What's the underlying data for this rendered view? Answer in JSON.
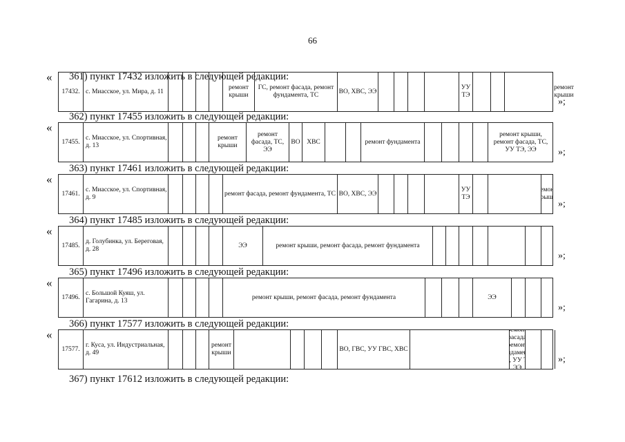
{
  "page_number": "66",
  "quote_open": "«",
  "quote_close": "»;",
  "sections": [
    {
      "heading": "361) пункт 17432 изложить в следующей редакции:",
      "cells": [
        {
          "text": "17432."
        },
        {
          "text": "с. Миасское, ул. Мира, д. 11"
        },
        {
          "text": ""
        },
        {
          "text": ""
        },
        {
          "text": ""
        },
        {
          "text": ""
        },
        {
          "text": "ремонт крыши"
        },
        {
          "text": "ГС, ремонт фасада, ремонт фундамента, ТС"
        },
        {
          "text": "ВО, ХВС, ЭЭ"
        },
        {
          "text": ""
        },
        {
          "text": ""
        },
        {
          "text": ""
        },
        {
          "text": ""
        },
        {
          "text": "УУ ТЭ"
        },
        {
          "text": ""
        },
        {
          "text": ""
        },
        {
          "text": ""
        },
        {
          "text": "ремонт крыши"
        }
      ]
    },
    {
      "heading": "362) пункт 17455 изложить в следующей редакции:",
      "cells": [
        {
          "text": "17455."
        },
        {
          "text": "с. Миасское, ул. Спортивная, д. 13"
        },
        {
          "text": ""
        },
        {
          "text": ""
        },
        {
          "text": ""
        },
        {
          "text": "ремонт крыши"
        },
        {
          "text": "ремонт фасада, ТС, ЭЭ"
        },
        {
          "text": "ВО"
        },
        {
          "text": "ХВС"
        },
        {
          "text": ""
        },
        {
          "text": ""
        },
        {
          "text": "ремонт фундамента"
        },
        {
          "text": ""
        },
        {
          "text": ""
        },
        {
          "text": ""
        },
        {
          "text": ""
        },
        {
          "text": "ремонт крыши, ремонт фасада, ТС, УУ ТЭ, ЭЭ"
        }
      ]
    },
    {
      "heading": "363) пункт 17461 изложить в следующей редакции:",
      "cells": [
        {
          "text": "17461."
        },
        {
          "text": "с. Миасское, ул. Спортивная, д. 9"
        },
        {
          "text": ""
        },
        {
          "text": ""
        },
        {
          "text": ""
        },
        {
          "text": ""
        },
        {
          "text": "ремонт фасада, ремонт фундамента, ТС"
        },
        {
          "text": "ВО, ХВС, ЭЭ"
        },
        {
          "text": ""
        },
        {
          "text": ""
        },
        {
          "text": ""
        },
        {
          "text": ""
        },
        {
          "text": "УУ ТЭ"
        },
        {
          "text": ""
        },
        {
          "text": ""
        },
        {
          "text": "ремонт крыши"
        },
        {
          "text": ""
        }
      ]
    },
    {
      "heading": "364) пункт 17485 изложить в следующей редакции:",
      "cells": [
        {
          "text": "17485."
        },
        {
          "text": "д. Голубинка, ул. Береговая, д. 28"
        },
        {
          "text": ""
        },
        {
          "text": ""
        },
        {
          "text": ""
        },
        {
          "text": ""
        },
        {
          "text": "ЭЭ"
        },
        {
          "text": "ремонт крыши, ремонт фасада, ремонт фундамента"
        },
        {
          "text": ""
        },
        {
          "text": ""
        },
        {
          "text": ""
        },
        {
          "text": ""
        },
        {
          "text": ""
        },
        {
          "text": ""
        },
        {
          "text": ""
        },
        {
          "text": ""
        }
      ]
    },
    {
      "heading": "365) пункт 17496 изложить в следующей редакции:",
      "cells": [
        {
          "text": "17496."
        },
        {
          "text": "с. Большой Куяш, ул. Гагарина, д. 13"
        },
        {
          "text": ""
        },
        {
          "text": ""
        },
        {
          "text": ""
        },
        {
          "text": ""
        },
        {
          "text": "ремонт крыши, ремонт фасада, ремонт фундамента"
        },
        {
          "text": ""
        },
        {
          "text": ""
        },
        {
          "text": ""
        },
        {
          "text": "ЭЭ"
        },
        {
          "text": ""
        },
        {
          "text": ""
        },
        {
          "text": ""
        }
      ]
    },
    {
      "heading": "366) пункт 17577 изложить в следующей редакции:",
      "cells": [
        {
          "text": "17577."
        },
        {
          "text": "г. Куса, ул. Индустриальная, д. 49"
        },
        {
          "text": ""
        },
        {
          "text": ""
        },
        {
          "text": ""
        },
        {
          "text": "ремонт крыши"
        },
        {
          "text": ""
        },
        {
          "text": ""
        },
        {
          "text": ""
        },
        {
          "text": ""
        },
        {
          "text": "ВО, ГВС, УУ ГВС, ХВС"
        },
        {
          "text": ""
        },
        {
          "text": "ремонт фасада, ремонт фундамента, ТС, УУ ТЭ, ЭЭ"
        },
        {
          "text": ""
        },
        {
          "text": ""
        },
        {
          "text": ""
        },
        {
          "text": ""
        }
      ]
    }
  ],
  "final_heading": "367) пункт 17612 изложить в следующей редакции:"
}
